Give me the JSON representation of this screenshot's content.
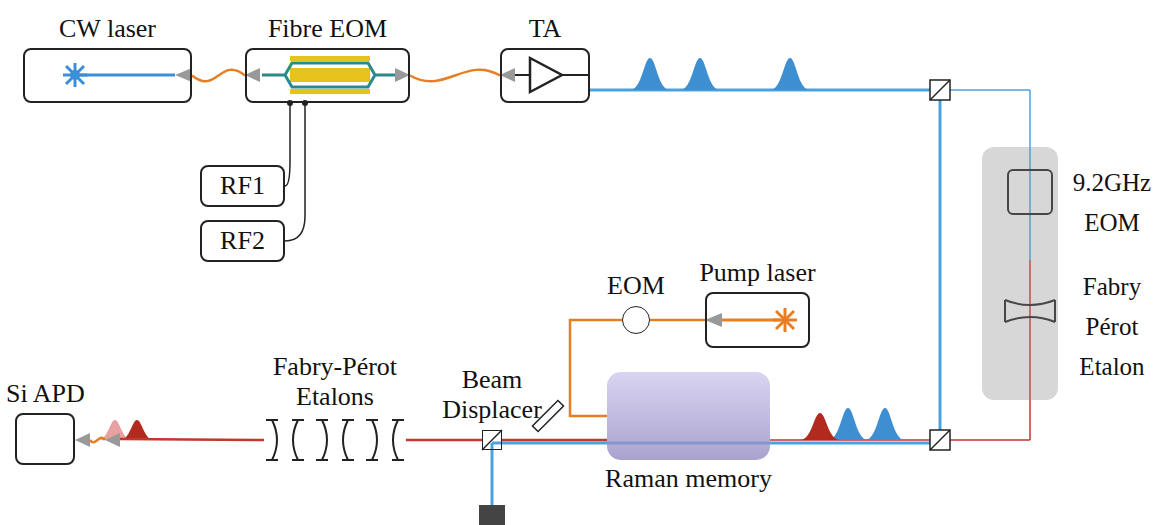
{
  "diagram": {
    "nodes": [
      {
        "text": [
          "CW laser"
        ]
      },
      {
        "text": [
          "Fibre EOM"
        ]
      },
      {
        "text": [
          "TA"
        ]
      },
      {
        "text": [
          "RF1"
        ]
      },
      {
        "text": [
          "RF2"
        ]
      },
      {
        "text": [
          "9.2GHz EOM",
          "Fabry Pérot Etalon"
        ]
      },
      {
        "text": [
          "Pump laser"
        ]
      },
      {
        "text": [
          "EOM"
        ]
      },
      {
        "text": [
          "Raman memory"
        ]
      },
      {
        "text": [
          "Beam Displacer"
        ]
      },
      {
        "text": [
          "Fabry-Pérot Etalons"
        ]
      },
      {
        "text": [
          "Si APD"
        ]
      }
    ],
    "edges": [
      {
        "from": 0,
        "to": 1,
        "arrow": "none"
      },
      {
        "from": 1,
        "to": 2,
        "arrow": "none"
      },
      {
        "from": 3,
        "to": 1,
        "arrow": "none"
      },
      {
        "from": 4,
        "to": 1,
        "arrow": "none"
      },
      {
        "from": 6,
        "to": 7,
        "arrow": "none"
      },
      {
        "from": 7,
        "to": 8,
        "arrow": "none"
      },
      {
        "from": 8,
        "to": 9,
        "arrow": "none"
      },
      {
        "from": 9,
        "to": 10,
        "arrow": "none"
      },
      {
        "from": 10,
        "to": 11,
        "arrow": "none"
      }
    ]
  }
}
